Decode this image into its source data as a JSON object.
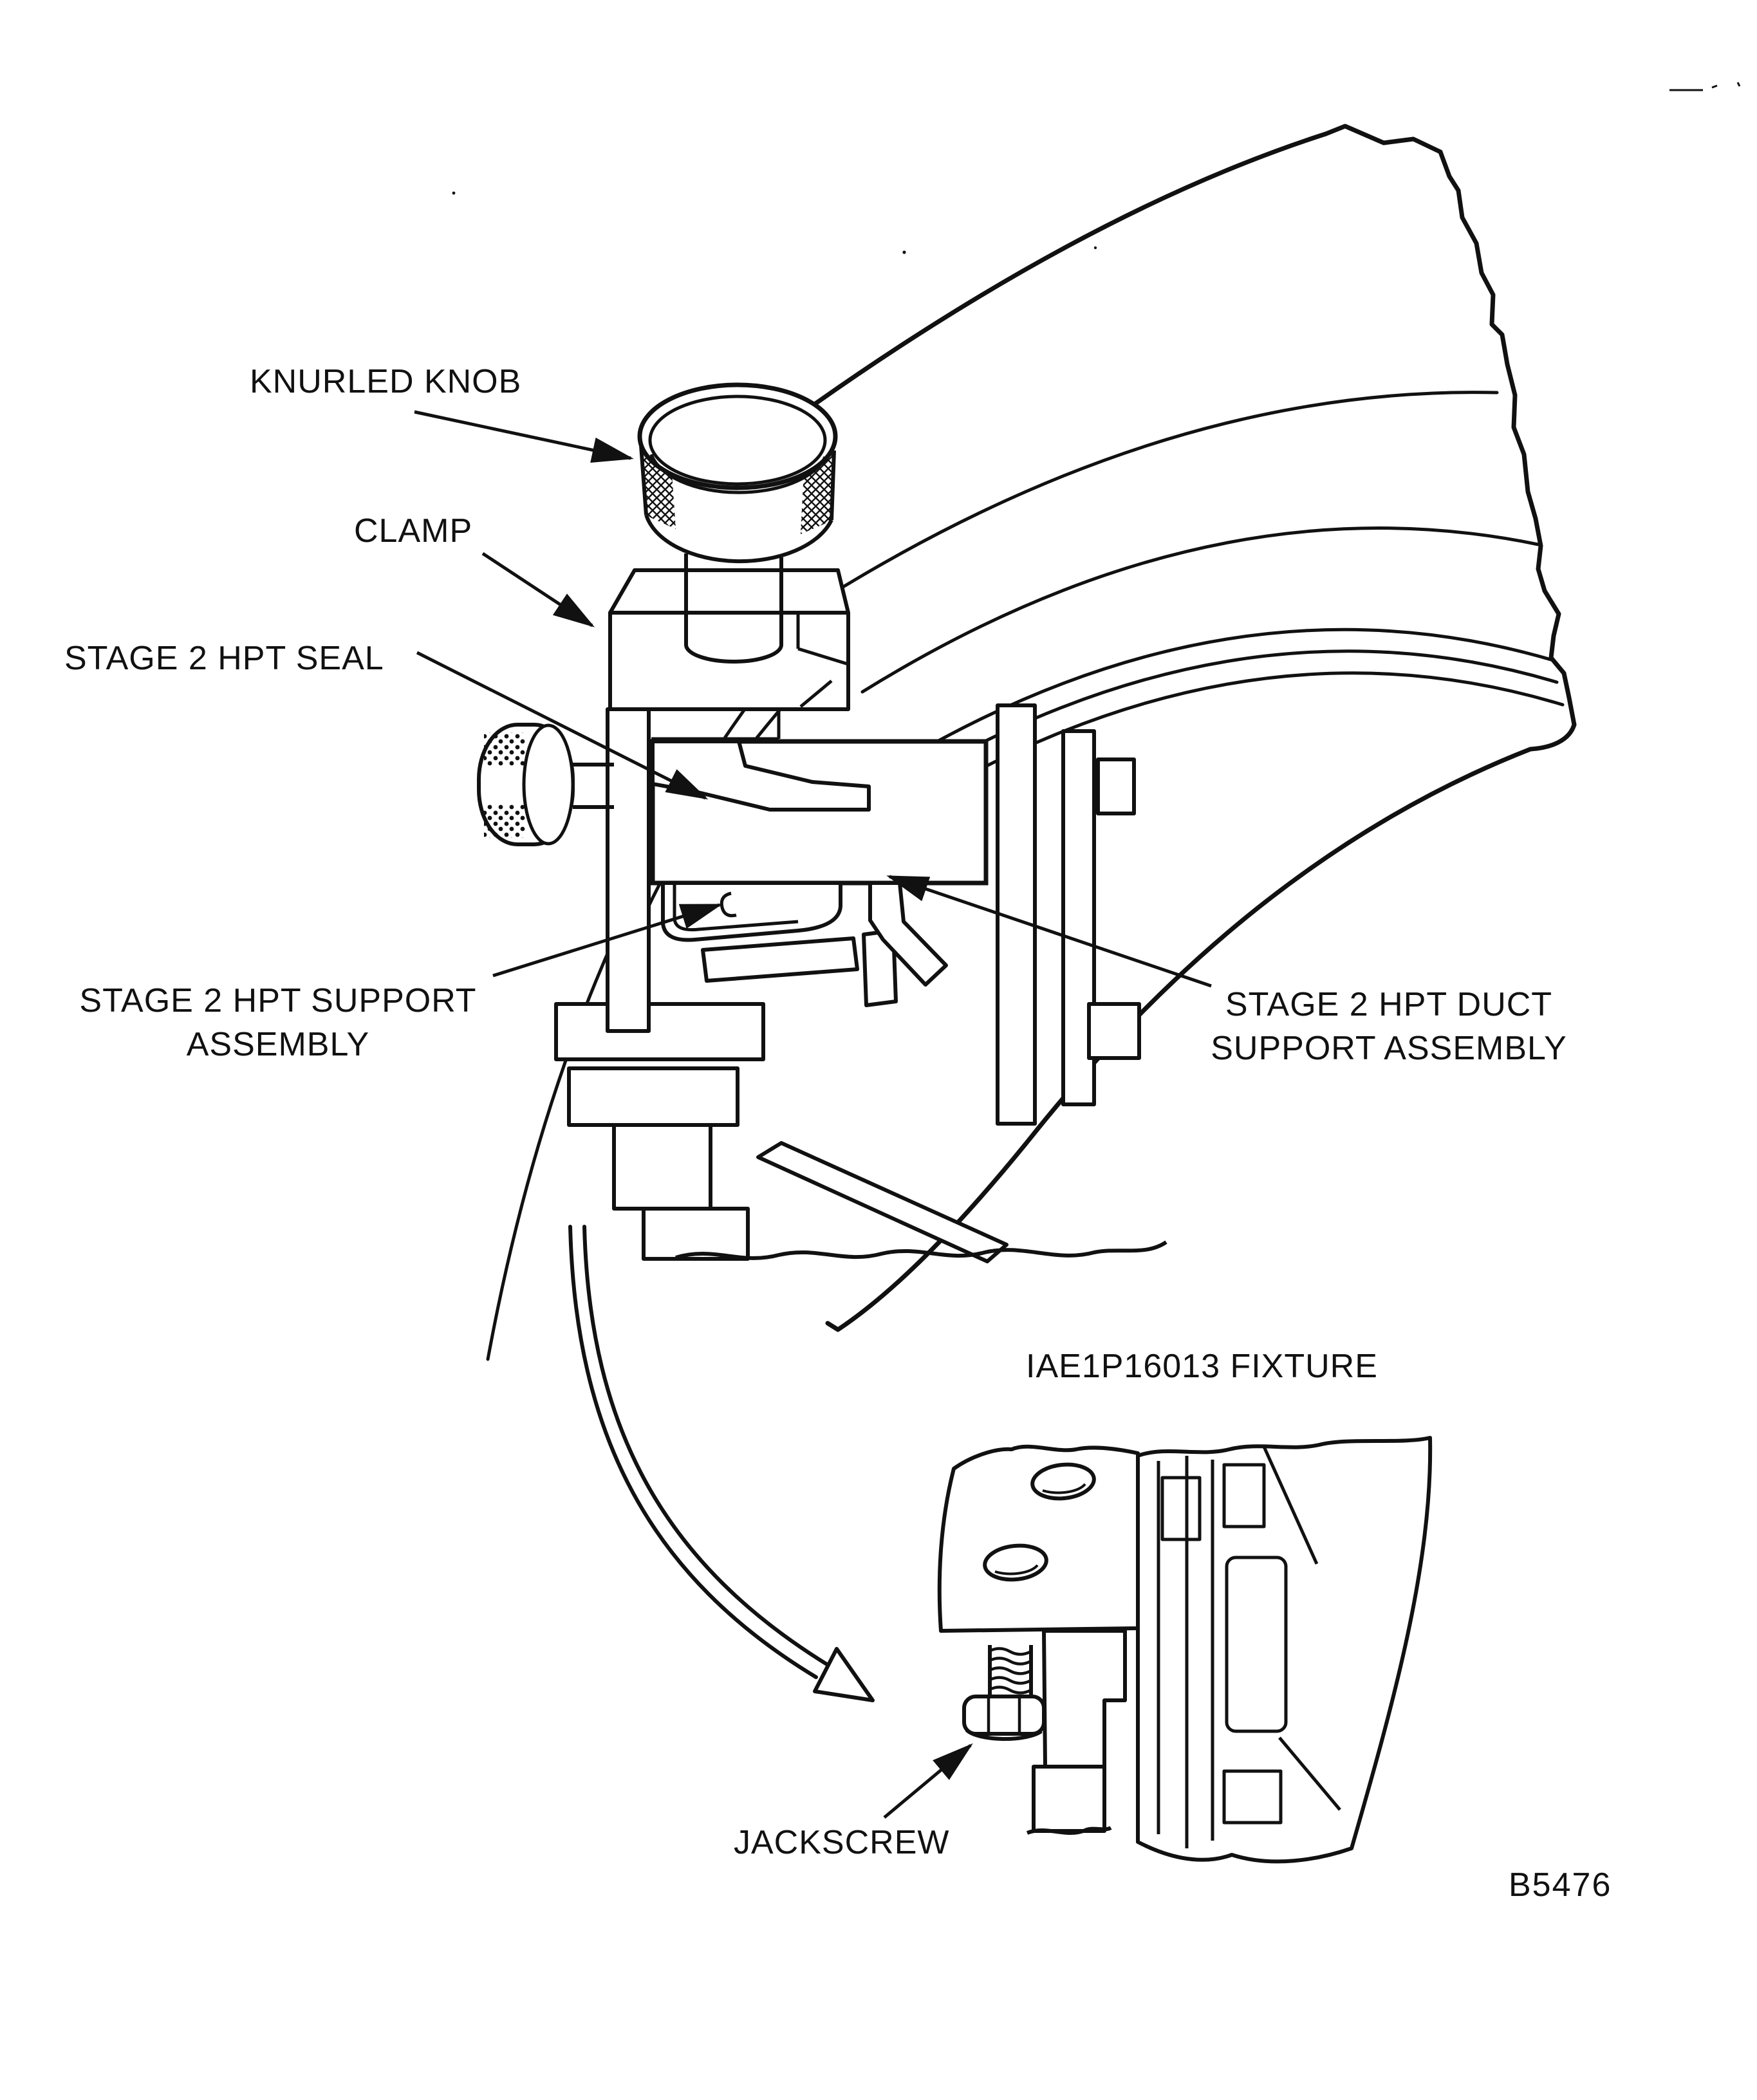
{
  "figure": {
    "colors": {
      "ink": "#111111",
      "paper": "#ffffff"
    },
    "callouts": {
      "knurled_knob": "KNURLED KNOB",
      "clamp": "CLAMP",
      "stage2_hpt_seal": "STAGE 2 HPT SEAL",
      "stage2_hpt_support": {
        "line1": "STAGE 2 HPT SUPPORT",
        "line2": "ASSEMBLY"
      },
      "stage2_hpt_duct": {
        "line1": "STAGE 2 HPT DUCT",
        "line2": "SUPPORT ASSEMBLY"
      },
      "fixture": "IAE1P16013 FIXTURE",
      "jackscrew": "JACKSCREW"
    },
    "figure_code": "B5476"
  }
}
